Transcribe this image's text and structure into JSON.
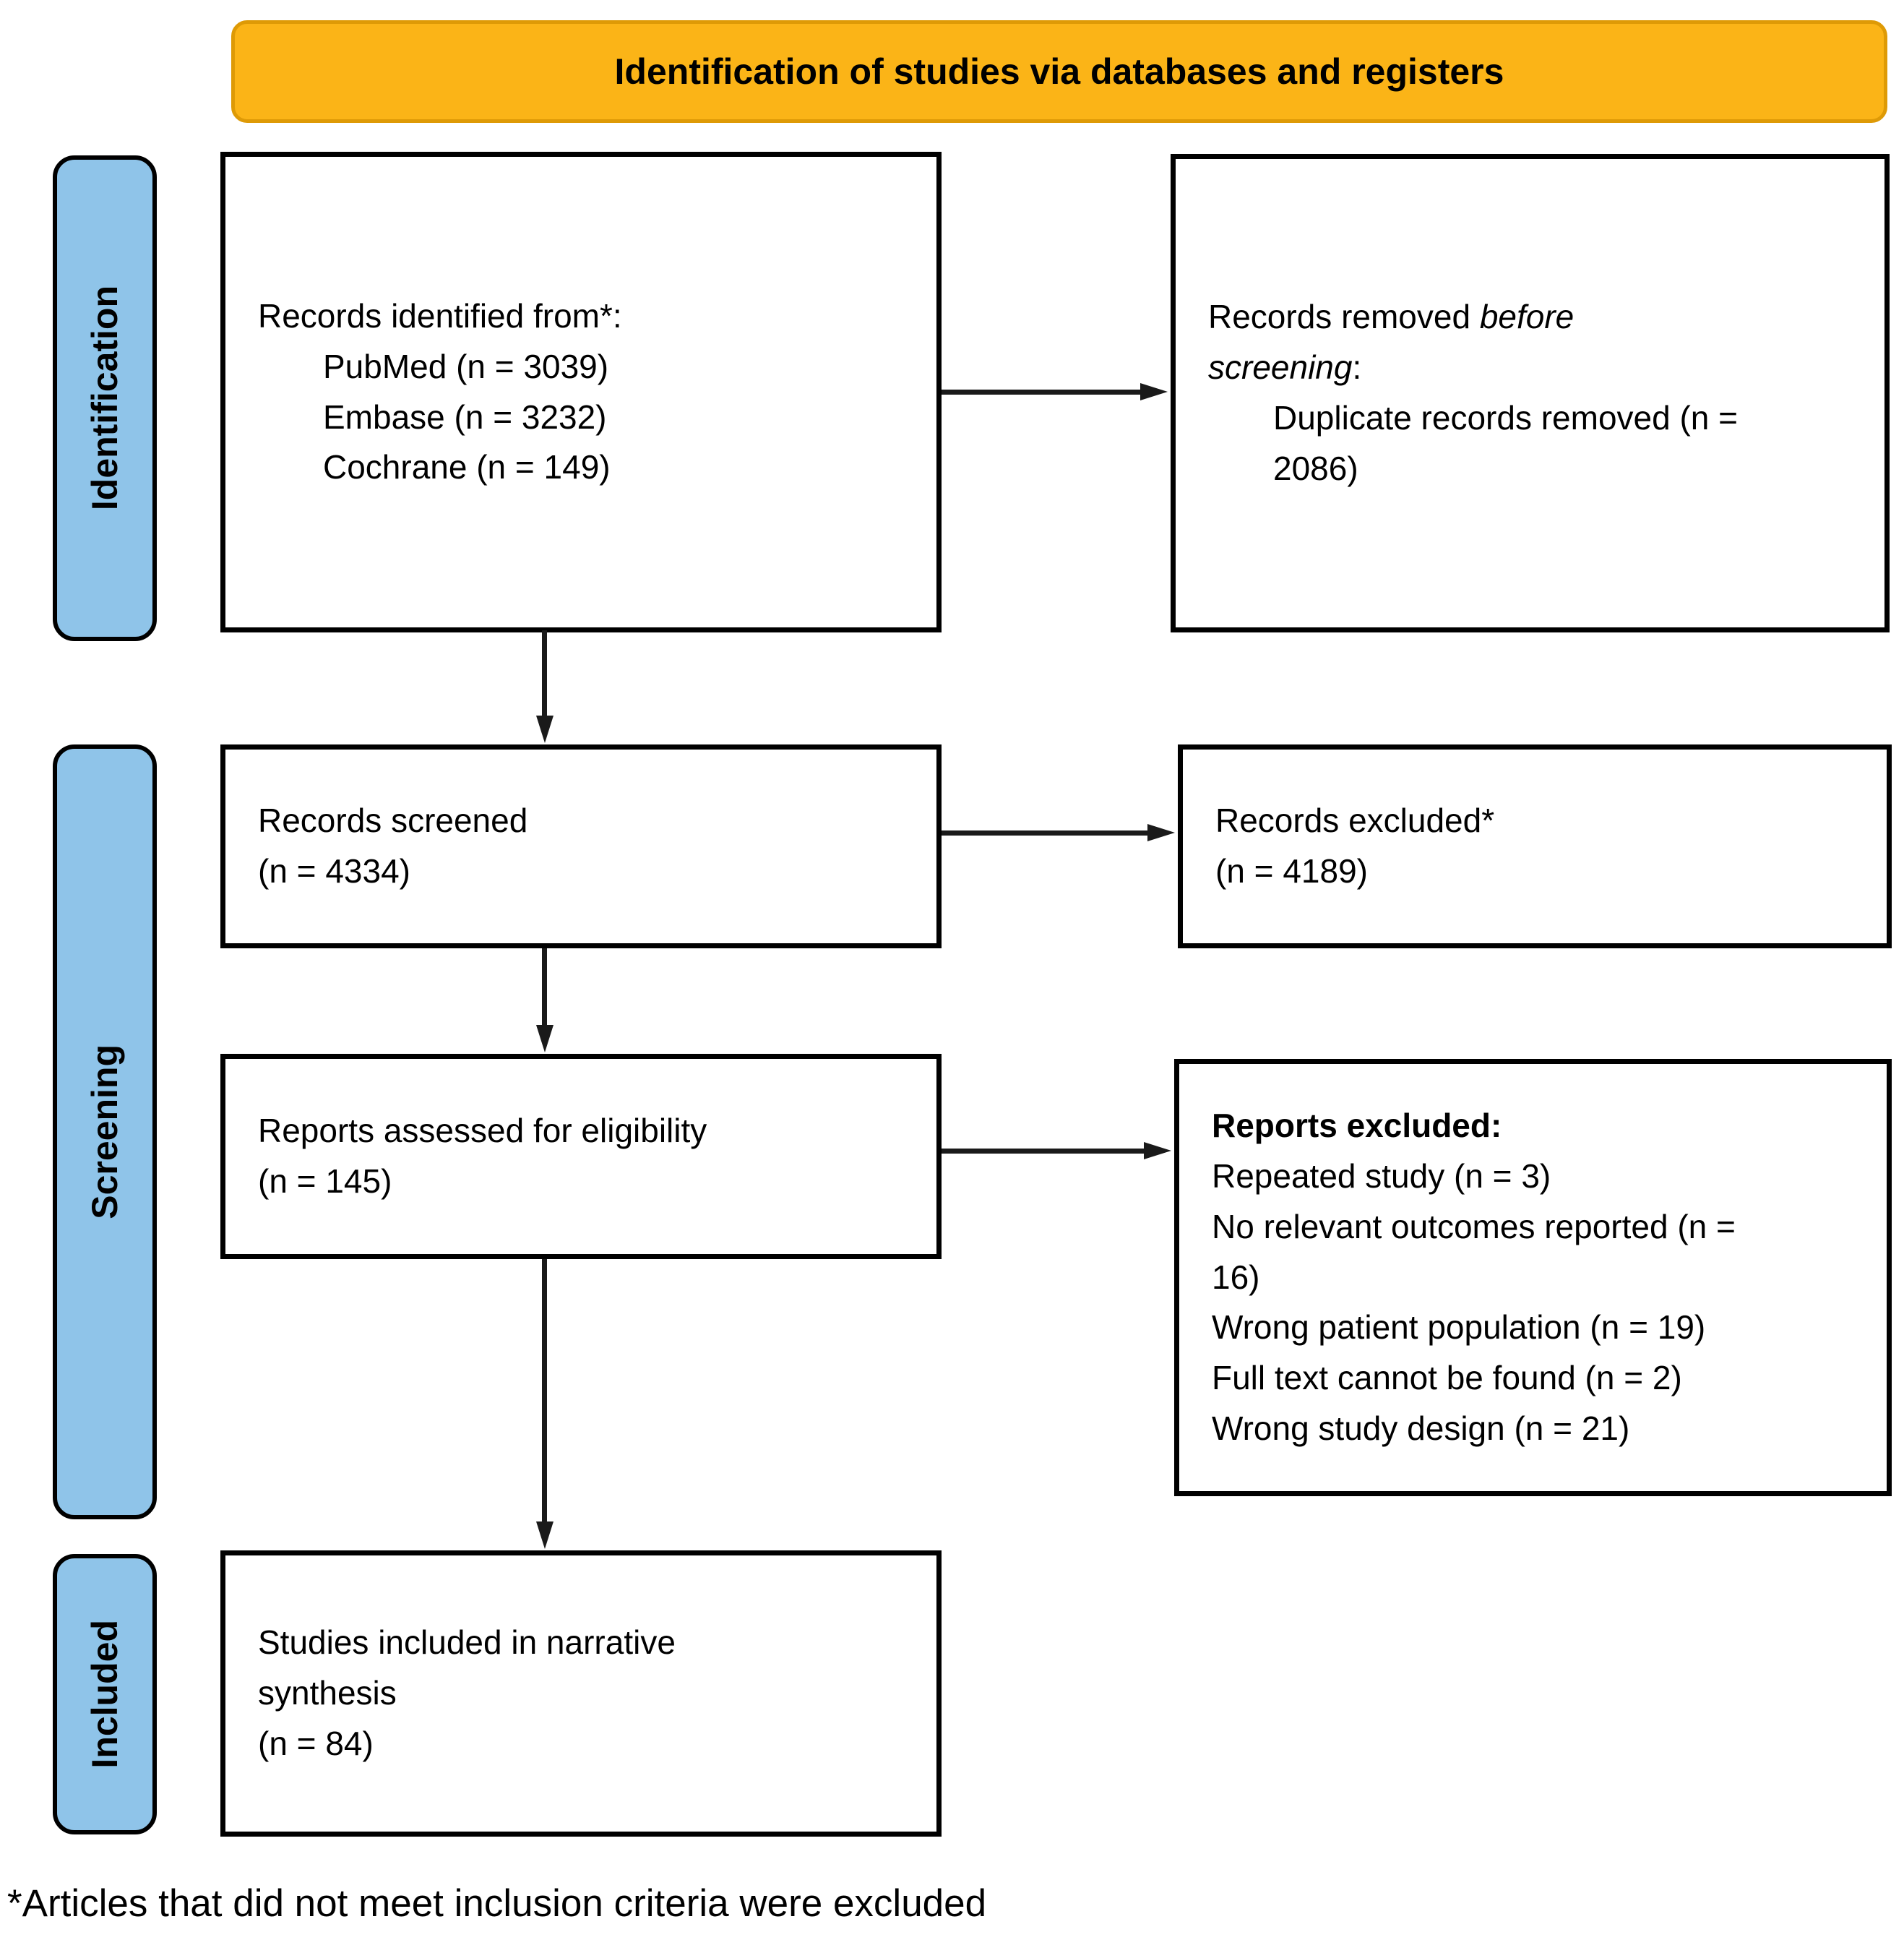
{
  "header": {
    "title": "Identification of studies via databases and registers"
  },
  "sidebar": {
    "stages": [
      {
        "label": "Identification"
      },
      {
        "label": "Screening"
      },
      {
        "label": "Included"
      }
    ]
  },
  "boxes": {
    "identified": {
      "title": "Records identified from*:",
      "items": [
        "PubMed (n = 3039)",
        "Embase (n = 3232)",
        "Cochrane (n = 149)"
      ]
    },
    "removed": {
      "title_line1_regular": "Records removed ",
      "title_line1_italic": "before",
      "title_line2_italic": "screening",
      "title_line2_after": ":",
      "items": [
        "Duplicate records removed  (n = 2086)"
      ]
    },
    "screened": {
      "lines": [
        "Records screened",
        "(n = 4334)"
      ]
    },
    "excluded_records": {
      "lines": [
        "Records excluded*",
        "(n = 4189)"
      ]
    },
    "assessed": {
      "lines": [
        "Reports assessed for eligibility",
        "(n = 145)"
      ]
    },
    "excluded_reports": {
      "title": "Reports excluded:",
      "items": [
        "Repeated study (n = 3)",
        "No relevant outcomes reported (n = 16)",
        "Wrong patient population (n = 19)",
        "Full text cannot be found (n = 2)",
        "Wrong study design (n = 21)"
      ]
    },
    "included": {
      "lines": [
        "Studies included in narrative synthesis",
        "(n = 84)"
      ]
    }
  },
  "footnote": "*Articles that did not meet inclusion criteria were excluded",
  "colors": {
    "header_fill": "#FBB417",
    "header_border": "#DE9A06",
    "stage_fill": "#8FC4E9",
    "box_border": "#000000",
    "arrow": "#1A1A1A"
  }
}
